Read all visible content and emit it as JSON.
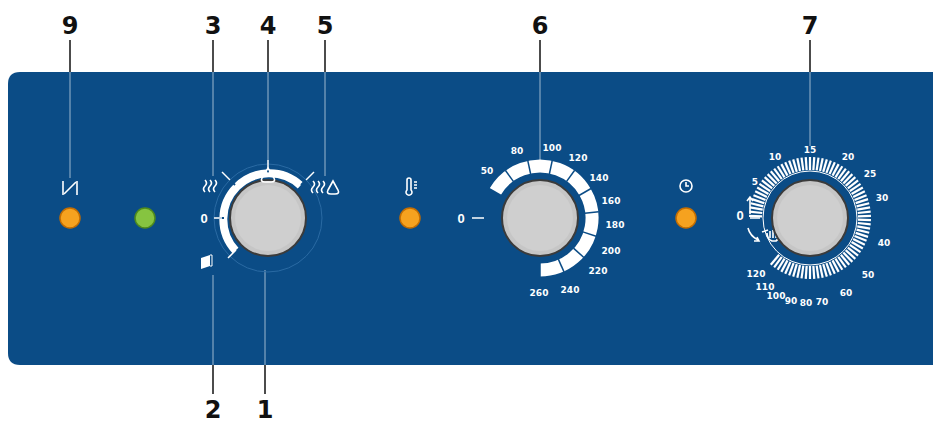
{
  "diagram": {
    "labels": [
      "9",
      "3",
      "4",
      "5",
      "6",
      "7",
      "2",
      "1",
      "0",
      "0",
      "50",
      "80",
      "100",
      "120",
      "140",
      "160",
      "180",
      "200",
      "220",
      "240",
      "260",
      "0",
      "5",
      "10",
      "15",
      "20",
      "25",
      "30",
      "40",
      "50",
      "60",
      "70",
      "80",
      "90",
      "100",
      "110",
      "120"
    ]
  }
}
